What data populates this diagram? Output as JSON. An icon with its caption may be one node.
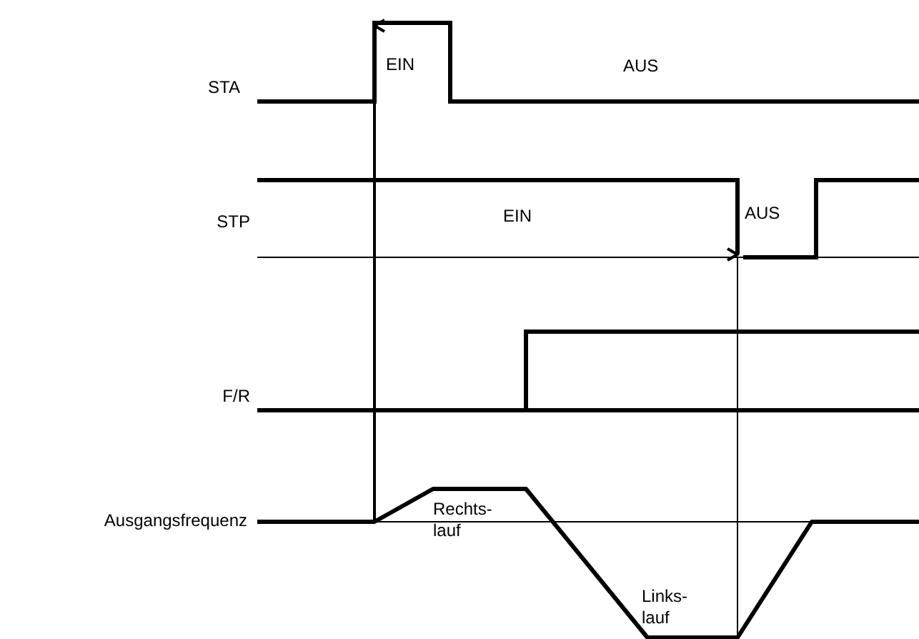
{
  "diagram": {
    "labels": [
      "STA",
      "EIN",
      "AUS",
      "STP",
      "EIN",
      "AUS",
      "F/R",
      "Rechts- lauf",
      "Ausgangsfrequenz",
      "Links- lauf"
    ]
  }
}
